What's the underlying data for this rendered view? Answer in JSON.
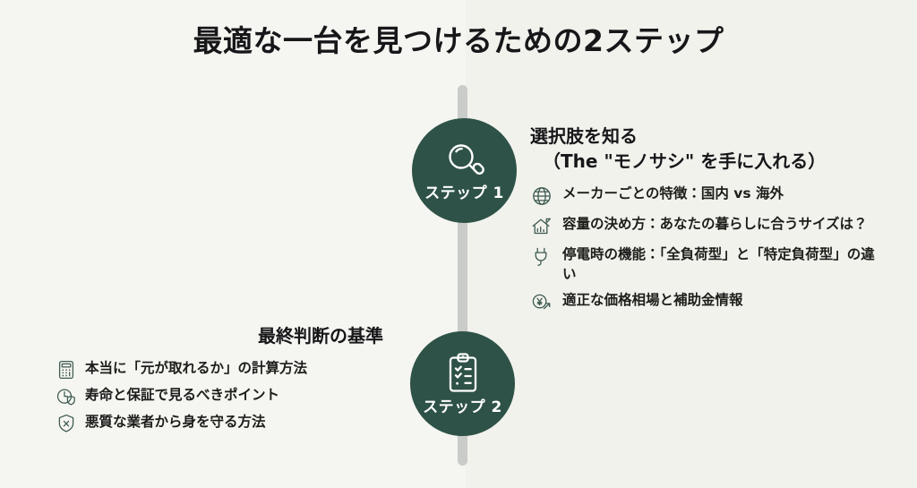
{
  "slide": {
    "title": "最適な一台を見つけるための2ステップ",
    "background_color": "#f5f5f1",
    "accent_color": "#2e5247",
    "connector_color": "#c9ccc8",
    "text_color": "#1d1d1b"
  },
  "steps": [
    {
      "badge": "ステップ 1",
      "icon": "magnifier-icon",
      "heading_line1": "選択肢を知る",
      "heading_line2": "（The \"モノサシ\" を手に入れる）",
      "bullets": [
        {
          "icon": "globe-icon",
          "text": "メーカーごとの特徴：国内 vs 海外"
        },
        {
          "icon": "house-chart-icon",
          "text": "容量の決め方：あなたの暮らしに合うサイズは？"
        },
        {
          "icon": "plug-icon",
          "text": "停電時の機能：「全負荷型」と「特定負荷型」の違い"
        },
        {
          "icon": "yen-trend-icon",
          "text": "適正な価格相場と補助金情報"
        }
      ]
    },
    {
      "badge": "ステップ 2",
      "icon": "clipboard-checklist-icon",
      "heading": "最終判断の基準",
      "bullets": [
        {
          "icon": "calculator-icon",
          "text": "本当に「元が取れるか」の計算方法"
        },
        {
          "icon": "clock-shield-icon",
          "text": "寿命と保証で見るべきポイント"
        },
        {
          "icon": "shield-x-icon",
          "text": "悪質な業者から身を守る方法"
        }
      ]
    }
  ]
}
